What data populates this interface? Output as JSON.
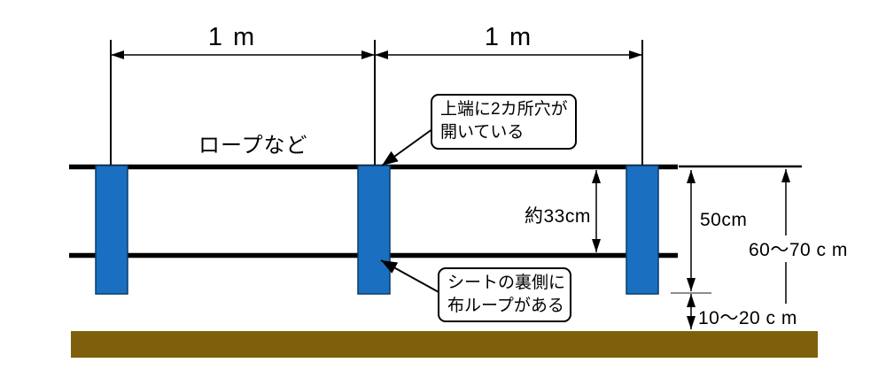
{
  "dimensions": {
    "span_left": "1 m",
    "span_right": "1 m",
    "sheet_overlap": "約33cm",
    "sheet_height": "50cm",
    "total_height": "60～70 c m",
    "ground_gap": "10～20 c m"
  },
  "labels": {
    "rope": "ロープなど"
  },
  "callouts": {
    "top_holes": {
      "line1": "上端に2カ所穴が",
      "line2": "開いている"
    },
    "bottom_loop": {
      "line1": "シートの裏側に",
      "line2": "布ループがある"
    }
  },
  "colors": {
    "post": "#1a6fc0",
    "post_border": "#0b3b66",
    "ground": "#7e600c",
    "line": "#000000"
  }
}
